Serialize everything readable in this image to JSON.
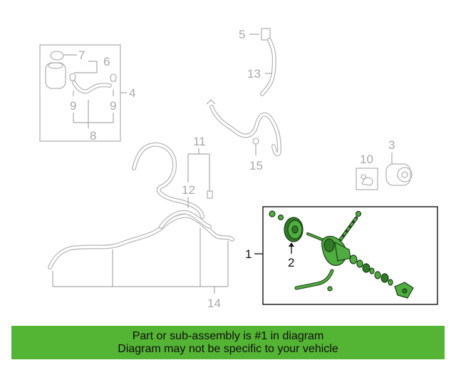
{
  "callouts": {
    "c1": "1",
    "c2": "2",
    "c3": "3",
    "c4": "4",
    "c5": "5",
    "c6": "6",
    "c7": "7",
    "c8": "8",
    "c9a": "9",
    "c9b": "9",
    "c10": "10",
    "c11": "11",
    "c12": "12",
    "c13": "13",
    "c14": "14",
    "c15": "15"
  },
  "banner": {
    "line1": "Part or sub-assembly is #1 in diagram",
    "line2": "Diagram may not be specific to your vehicle"
  },
  "colors": {
    "highlight": "#4fad3f",
    "banner_bg": "#54b434",
    "faint_line": "#b4b4b4"
  }
}
